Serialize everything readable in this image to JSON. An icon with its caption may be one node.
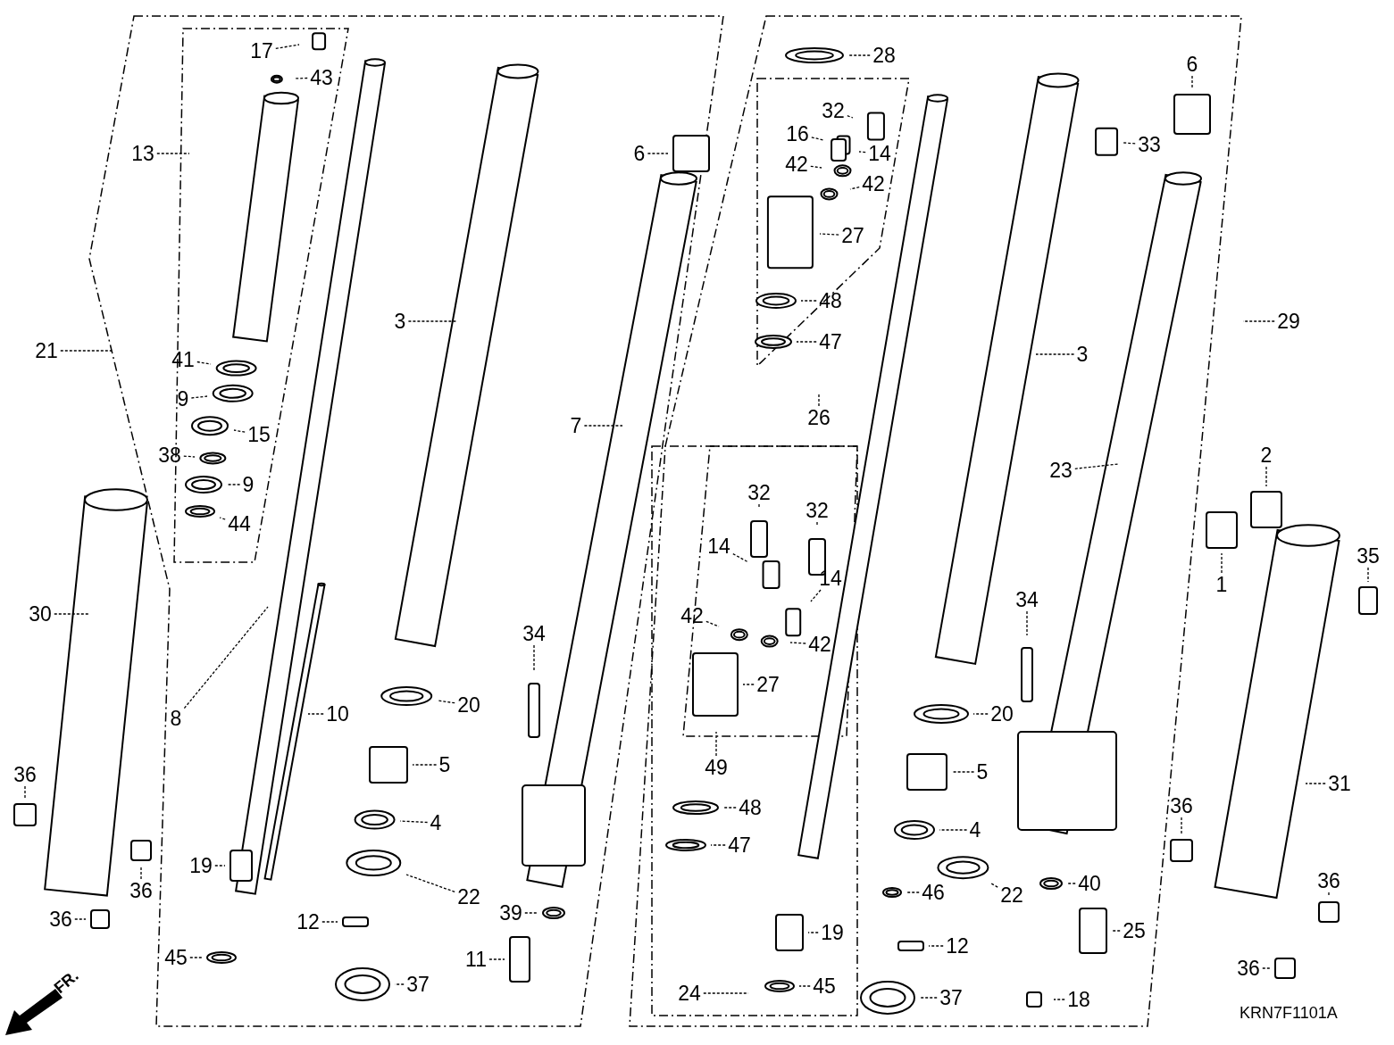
{
  "diagram": {
    "nodes": [
      {
        "text": [
          "17"
        ]
      },
      {
        "text": [
          "43"
        ]
      },
      {
        "text": [
          "13"
        ]
      },
      {
        "text": [
          "21"
        ]
      },
      {
        "text": [
          "41"
        ]
      },
      {
        "text": [
          "9"
        ]
      },
      {
        "text": [
          "15"
        ]
      },
      {
        "text": [
          "38"
        ]
      },
      {
        "text": [
          "9"
        ]
      },
      {
        "text": [
          "44"
        ]
      },
      {
        "text": [
          "3"
        ]
      },
      {
        "text": [
          "30"
        ]
      },
      {
        "text": [
          "8"
        ]
      },
      {
        "text": [
          "10"
        ]
      },
      {
        "text": [
          "20"
        ]
      },
      {
        "text": [
          "5"
        ]
      },
      {
        "text": [
          "4"
        ]
      },
      {
        "text": [
          "36"
        ]
      },
      {
        "text": [
          "36"
        ]
      },
      {
        "text": [
          "36"
        ]
      },
      {
        "text": [
          "19"
        ]
      },
      {
        "text": [
          "22"
        ]
      },
      {
        "text": [
          "12"
        ]
      },
      {
        "text": [
          "45"
        ]
      },
      {
        "text": [
          "37"
        ]
      },
      {
        "text": [
          "39"
        ]
      },
      {
        "text": [
          "11"
        ]
      },
      {
        "text": [
          "34"
        ]
      },
      {
        "text": [
          "6"
        ]
      },
      {
        "text": [
          "7"
        ]
      },
      {
        "text": [
          "28"
        ]
      },
      {
        "text": [
          "32"
        ]
      },
      {
        "text": [
          "16"
        ]
      },
      {
        "text": [
          "14"
        ]
      },
      {
        "text": [
          "42"
        ]
      },
      {
        "text": [
          "42"
        ]
      },
      {
        "text": [
          "27"
        ]
      },
      {
        "text": [
          "48"
        ]
      },
      {
        "text": [
          "47"
        ]
      },
      {
        "text": [
          "26"
        ]
      },
      {
        "text": [
          "32"
        ]
      },
      {
        "text": [
          "32"
        ]
      },
      {
        "text": [
          "14"
        ]
      },
      {
        "text": [
          "42"
        ]
      },
      {
        "text": [
          "14"
        ]
      },
      {
        "text": [
          "42"
        ]
      },
      {
        "text": [
          "27"
        ]
      },
      {
        "text": [
          "49"
        ]
      },
      {
        "text": [
          "48"
        ]
      },
      {
        "text": [
          "47"
        ]
      },
      {
        "text": [
          "3"
        ]
      },
      {
        "text": [
          "23"
        ]
      },
      {
        "text": [
          "20"
        ]
      },
      {
        "text": [
          "5"
        ]
      },
      {
        "text": [
          "4"
        ]
      },
      {
        "text": [
          "46"
        ]
      },
      {
        "text": [
          "19"
        ]
      },
      {
        "text": [
          "22"
        ]
      },
      {
        "text": [
          "12"
        ]
      },
      {
        "text": [
          "45"
        ]
      },
      {
        "text": [
          "37"
        ]
      },
      {
        "text": [
          "24"
        ]
      },
      {
        "text": [
          "34"
        ]
      },
      {
        "text": [
          "40"
        ]
      },
      {
        "text": [
          "25"
        ]
      },
      {
        "text": [
          "18"
        ]
      },
      {
        "text": [
          "6"
        ]
      },
      {
        "text": [
          "33"
        ]
      },
      {
        "text": [
          "29"
        ]
      },
      {
        "text": [
          "2"
        ]
      },
      {
        "text": [
          "1"
        ]
      },
      {
        "text": [
          "35"
        ]
      },
      {
        "text": [
          "31"
        ]
      },
      {
        "text": [
          "36"
        ]
      },
      {
        "text": [
          "36"
        ]
      },
      {
        "text": [
          "36"
        ]
      }
    ],
    "edges": [
      {
        "from": 0,
        "to": null,
        "arrow": "none"
      },
      {
        "from": 1,
        "to": null,
        "arrow": "none"
      },
      {
        "from": 2,
        "to": null,
        "arrow": "none"
      },
      {
        "from": 3,
        "to": null,
        "arrow": "none"
      },
      {
        "from": 4,
        "to": null,
        "arrow": "none"
      },
      {
        "from": 5,
        "to": null,
        "arrow": "none"
      },
      {
        "from": 6,
        "to": null,
        "arrow": "none"
      },
      {
        "from": 7,
        "to": null,
        "arrow": "none"
      },
      {
        "from": 8,
        "to": null,
        "arrow": "none"
      },
      {
        "from": 9,
        "to": null,
        "arrow": "none"
      },
      {
        "from": 10,
        "to": null,
        "arrow": "none"
      },
      {
        "from": 11,
        "to": null,
        "arrow": "none"
      },
      {
        "from": 12,
        "to": null,
        "arrow": "none"
      },
      {
        "from": 13,
        "to": null,
        "arrow": "none"
      },
      {
        "from": 14,
        "to": null,
        "arrow": "none"
      },
      {
        "from": 15,
        "to": null,
        "arrow": "none"
      },
      {
        "from": 16,
        "to": null,
        "arrow": "none"
      },
      {
        "from": 17,
        "to": null,
        "arrow": "none"
      },
      {
        "from": 18,
        "to": null,
        "arrow": "none"
      },
      {
        "from": 19,
        "to": null,
        "arrow": "none"
      },
      {
        "from": 20,
        "to": null,
        "arrow": "none"
      },
      {
        "from": 21,
        "to": null,
        "arrow": "none"
      },
      {
        "from": 22,
        "to": null,
        "arrow": "none"
      },
      {
        "from": 23,
        "to": null,
        "arrow": "none"
      },
      {
        "from": 24,
        "to": null,
        "arrow": "none"
      },
      {
        "from": 25,
        "to": null,
        "arrow": "none"
      },
      {
        "from": 26,
        "to": null,
        "arrow": "none"
      },
      {
        "from": 27,
        "to": null,
        "arrow": "none"
      },
      {
        "from": 28,
        "to": null,
        "arrow": "none"
      },
      {
        "from": 29,
        "to": null,
        "arrow": "none"
      },
      {
        "from": 30,
        "to": null,
        "arrow": "none"
      },
      {
        "from": 31,
        "to": null,
        "arrow": "none"
      },
      {
        "from": 32,
        "to": null,
        "arrow": "none"
      },
      {
        "from": 33,
        "to": null,
        "arrow": "none"
      },
      {
        "from": 34,
        "to": null,
        "arrow": "none"
      },
      {
        "from": 35,
        "to": null,
        "arrow": "none"
      },
      {
        "from": 36,
        "to": null,
        "arrow": "none"
      },
      {
        "from": 37,
        "to": null,
        "arrow": "none"
      },
      {
        "from": 38,
        "to": null,
        "arrow": "none"
      },
      {
        "from": 39,
        "to": null,
        "arrow": "none"
      },
      {
        "from": 40,
        "to": null,
        "arrow": "none"
      },
      {
        "from": 41,
        "to": null,
        "arrow": "none"
      },
      {
        "from": 42,
        "to": null,
        "arrow": "none"
      },
      {
        "from": 43,
        "to": null,
        "arrow": "none"
      },
      {
        "from": 44,
        "to": null,
        "arrow": "none"
      },
      {
        "from": 45,
        "to": null,
        "arrow": "none"
      },
      {
        "from": 46,
        "to": null,
        "arrow": "none"
      },
      {
        "from": 47,
        "to": null,
        "arrow": "none"
      },
      {
        "from": 48,
        "to": null,
        "arrow": "none"
      },
      {
        "from": 49,
        "to": null,
        "arrow": "none"
      },
      {
        "from": 50,
        "to": null,
        "arrow": "none"
      },
      {
        "from": 51,
        "to": null,
        "arrow": "none"
      },
      {
        "from": 52,
        "to": null,
        "arrow": "none"
      },
      {
        "from": 53,
        "to": null,
        "arrow": "none"
      },
      {
        "from": 54,
        "to": null,
        "arrow": "none"
      },
      {
        "from": 55,
        "to": null,
        "arrow": "none"
      },
      {
        "from": 56,
        "to": null,
        "arrow": "none"
      },
      {
        "from": 57,
        "to": null,
        "arrow": "none"
      },
      {
        "from": 58,
        "to": null,
        "arrow": "none"
      },
      {
        "from": 59,
        "to": null,
        "arrow": "none"
      },
      {
        "from": 60,
        "to": null,
        "arrow": "none"
      },
      {
        "from": 61,
        "to": null,
        "arrow": "none"
      },
      {
        "from": 62,
        "to": null,
        "arrow": "none"
      },
      {
        "from": 63,
        "to": null,
        "arrow": "none"
      },
      {
        "from": 64,
        "to": null,
        "arrow": "none"
      },
      {
        "from": 65,
        "to": null,
        "arrow": "none"
      },
      {
        "from": 66,
        "to": null,
        "arrow": "none"
      },
      {
        "from": 67,
        "to": null,
        "arrow": "none"
      },
      {
        "from": 68,
        "to": null,
        "arrow": "none"
      },
      {
        "from": 69,
        "to": null,
        "arrow": "none"
      },
      {
        "from": 70,
        "to": null,
        "arrow": "none"
      },
      {
        "from": 71,
        "to": null,
        "arrow": "none"
      },
      {
        "from": 72,
        "to": null,
        "arrow": "none"
      },
      {
        "from": 73,
        "to": null,
        "arrow": "none"
      },
      {
        "from": 74,
        "to": null,
        "arrow": "none"
      },
      {
        "from": 75,
        "to": null,
        "arrow": "none"
      }
    ],
    "labels": [
      "FR.",
      "KRN7F1101A"
    ]
  }
}
